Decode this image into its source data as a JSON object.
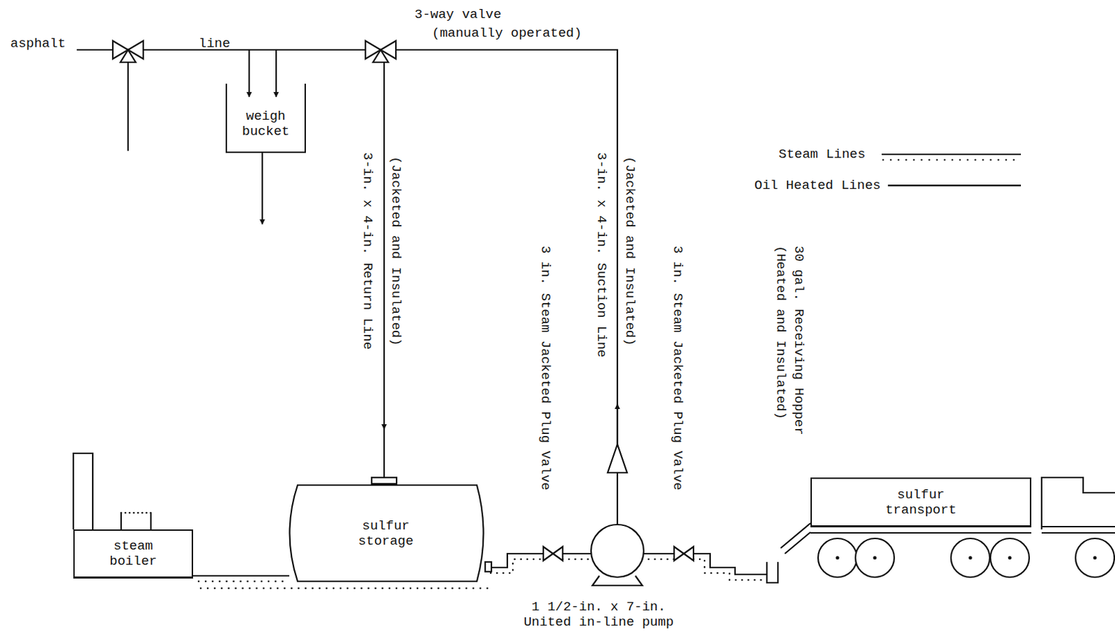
{
  "diagram": {
    "nodes": [
      {
        "text": [
          "weigh bucket"
        ]
      },
      {
        "text": [
          "steam boiler"
        ]
      },
      {
        "text": [
          "sulfur storage"
        ]
      },
      {
        "text": [
          "sulfur transport"
        ]
      }
    ],
    "edges": [
      {
        "from": 1,
        "to": 2,
        "arrow": "none"
      }
    ],
    "labels": [
      "asphalt",
      "line",
      "3-way valve",
      "(manually operated)",
      "3-in. x 4-in. Return Line",
      "(Jacketed and Insulated)",
      "3-in. x 4-in. Suction Line",
      "(Jacketed and Insulated)",
      "3 in. Steam Jacketed Plug Valve",
      "3 in. Steam Jacketed Plug Valve",
      "30 gal. Receiving Hopper",
      "(Heated and Insulated)",
      "1 1/2-in. x 7-in. United in-line pump"
    ],
    "legend": [
      {
        "text": "Steam Lines"
      },
      {
        "text": "Oil Heated Lines"
      }
    ]
  }
}
